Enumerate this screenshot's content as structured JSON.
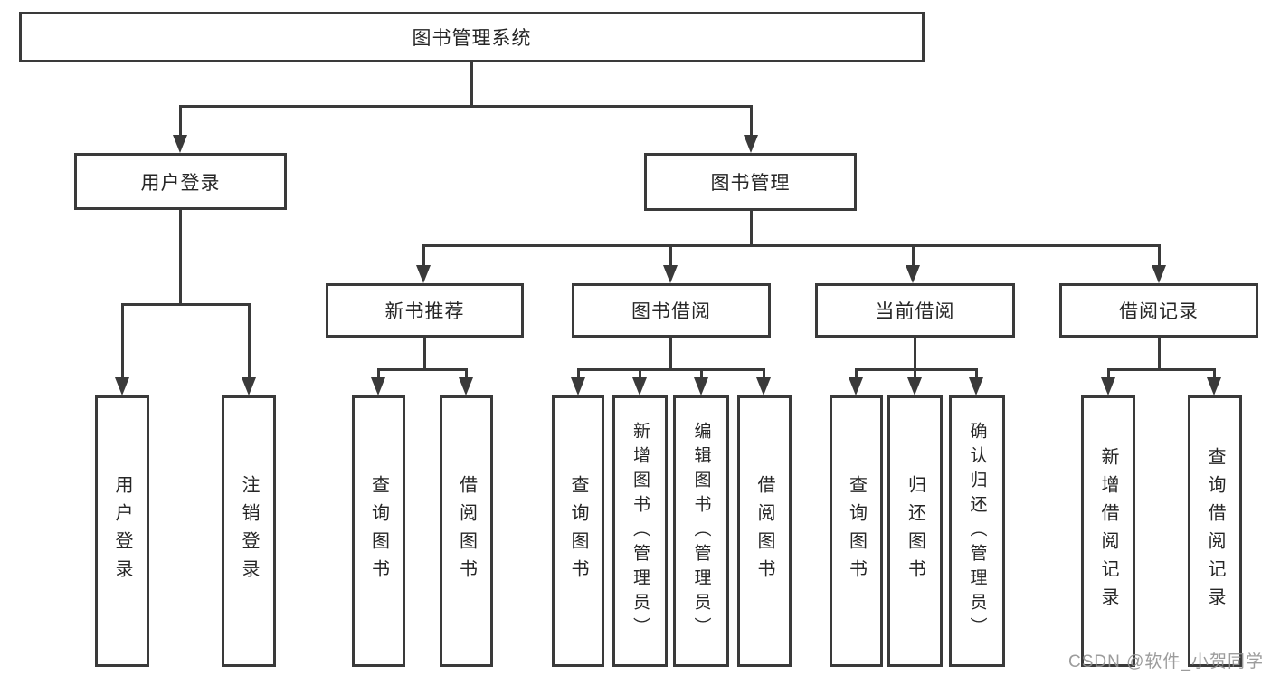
{
  "watermark": "CSDN @软件_小贺同学",
  "colors": {
    "line": "#3a3a3a",
    "text": "#262626",
    "watermark_gray": "#919191",
    "background": "#ffffff"
  },
  "tree": {
    "label": "图书管理系统",
    "children": [
      {
        "label": "用户登录",
        "children": [
          {
            "label": "用户登录"
          },
          {
            "label": "注销登录"
          }
        ]
      },
      {
        "label": "图书管理",
        "children": [
          {
            "label": "新书推荐",
            "children": [
              {
                "label": "查询图书"
              },
              {
                "label": "借阅图书"
              }
            ]
          },
          {
            "label": "图书借阅",
            "children": [
              {
                "label": "查询图书"
              },
              {
                "label": "新增图书（管理员）"
              },
              {
                "label": "编辑图书（管理员）"
              },
              {
                "label": "借阅图书"
              }
            ]
          },
          {
            "label": "当前借阅",
            "children": [
              {
                "label": "查询图书"
              },
              {
                "label": "归还图书"
              },
              {
                "label": "确认归还（管理员）"
              }
            ]
          },
          {
            "label": "借阅记录",
            "children": [
              {
                "label": "新增借阅记录"
              },
              {
                "label": "查询借阅记录"
              }
            ]
          }
        ]
      }
    ]
  }
}
